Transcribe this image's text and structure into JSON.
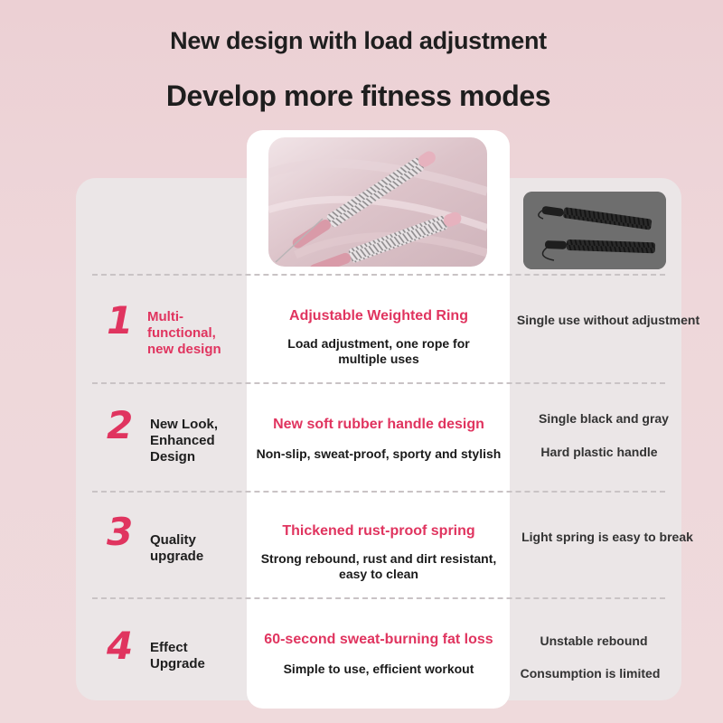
{
  "header": {
    "title": "New design with load adjustment",
    "subtitle": "Develop more fitness modes"
  },
  "colors": {
    "accent": "#e0345f",
    "background": "#ecd0d4",
    "panel": "#ebe6e7",
    "card": "#ffffff"
  },
  "images": {
    "pink_product": "pink-spring-rope-handles",
    "gray_product": "black-spring-rope-handles"
  },
  "rows": [
    {
      "number": "1",
      "label": "Multi-functional, new design",
      "feature_title": "Adjustable Weighted Ring",
      "feature_desc": "Load adjustment, one rope for multiple uses",
      "comparison": [
        "Single use without adjustment"
      ]
    },
    {
      "number": "2",
      "label": "New Look, Enhanced Design",
      "feature_title": "New soft rubber handle design",
      "feature_desc": "Non-slip, sweat-proof, sporty and stylish",
      "comparison": [
        "Single black and gray",
        "Hard plastic handle"
      ]
    },
    {
      "number": "3",
      "label": "Quality upgrade",
      "feature_title": "Thickened rust-proof spring",
      "feature_desc": "Strong rebound, rust and dirt resistant, easy to clean",
      "comparison": [
        "Light spring is easy to break"
      ]
    },
    {
      "number": "4",
      "label": "Effect Upgrade",
      "feature_title": "60-second sweat-burning fat loss",
      "feature_desc": "Simple to use, efficient workout",
      "comparison": [
        "Unstable rebound",
        "Consumption is limited"
      ]
    }
  ]
}
